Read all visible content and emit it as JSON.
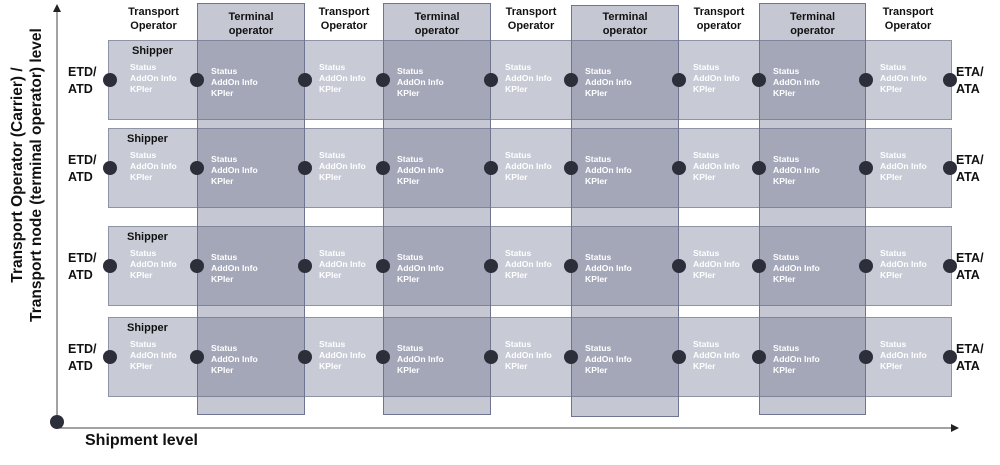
{
  "axes": {
    "y_title_line1": "Transport Operator (Carrier) /",
    "y_title_line2": "Transport node (terminal operator) level",
    "x_title": "Shipment level"
  },
  "columns": [
    {
      "label_line1": "Transport",
      "label_line2": "Operator",
      "kind": "transport"
    },
    {
      "label_line1": "Terminal",
      "label_line2": "operator",
      "kind": "terminal"
    },
    {
      "label_line1": "Transport",
      "label_line2": "Operator",
      "kind": "transport"
    },
    {
      "label_line1": "Terminal",
      "label_line2": "operator",
      "kind": "terminal"
    },
    {
      "label_line1": "Transport",
      "label_line2": "Operator",
      "kind": "transport"
    },
    {
      "label_line1": "Terminal",
      "label_line2": "operator",
      "kind": "terminal"
    },
    {
      "label_line1": "Transport",
      "label_line2": "operator",
      "kind": "transport"
    },
    {
      "label_line1": "Terminal",
      "label_line2": "operator",
      "kind": "terminal"
    },
    {
      "label_line1": "Transport",
      "label_line2": "Operator",
      "kind": "transport"
    }
  ],
  "rows": [
    {
      "shipper": "Shipper",
      "start_line1": "ETD/",
      "start_line2": "ATD",
      "end_line1": "ETA/",
      "end_line2": "ATA"
    },
    {
      "shipper": "Shipper",
      "start_line1": "ETD/",
      "start_line2": "ATD",
      "end_line1": "ETA/",
      "end_line2": "ATA"
    },
    {
      "shipper": "Shipper",
      "start_line1": "ETD/",
      "start_line2": "ATD",
      "end_line1": "ETA/",
      "end_line2": "ATA"
    },
    {
      "shipper": "Shipper",
      "start_line1": "ETD/",
      "start_line2": "ATD",
      "end_line1": "ETA/",
      "end_line2": "ATA"
    }
  ],
  "cell_text": {
    "line1": "Status",
    "line2": "AddOn Info",
    "line3": "KPIer"
  },
  "colors": {
    "band": "#c8cbd6",
    "terminal_overlay": "#666c8a",
    "dot": "#2c2e3a",
    "cell_text": "#ffffff"
  }
}
